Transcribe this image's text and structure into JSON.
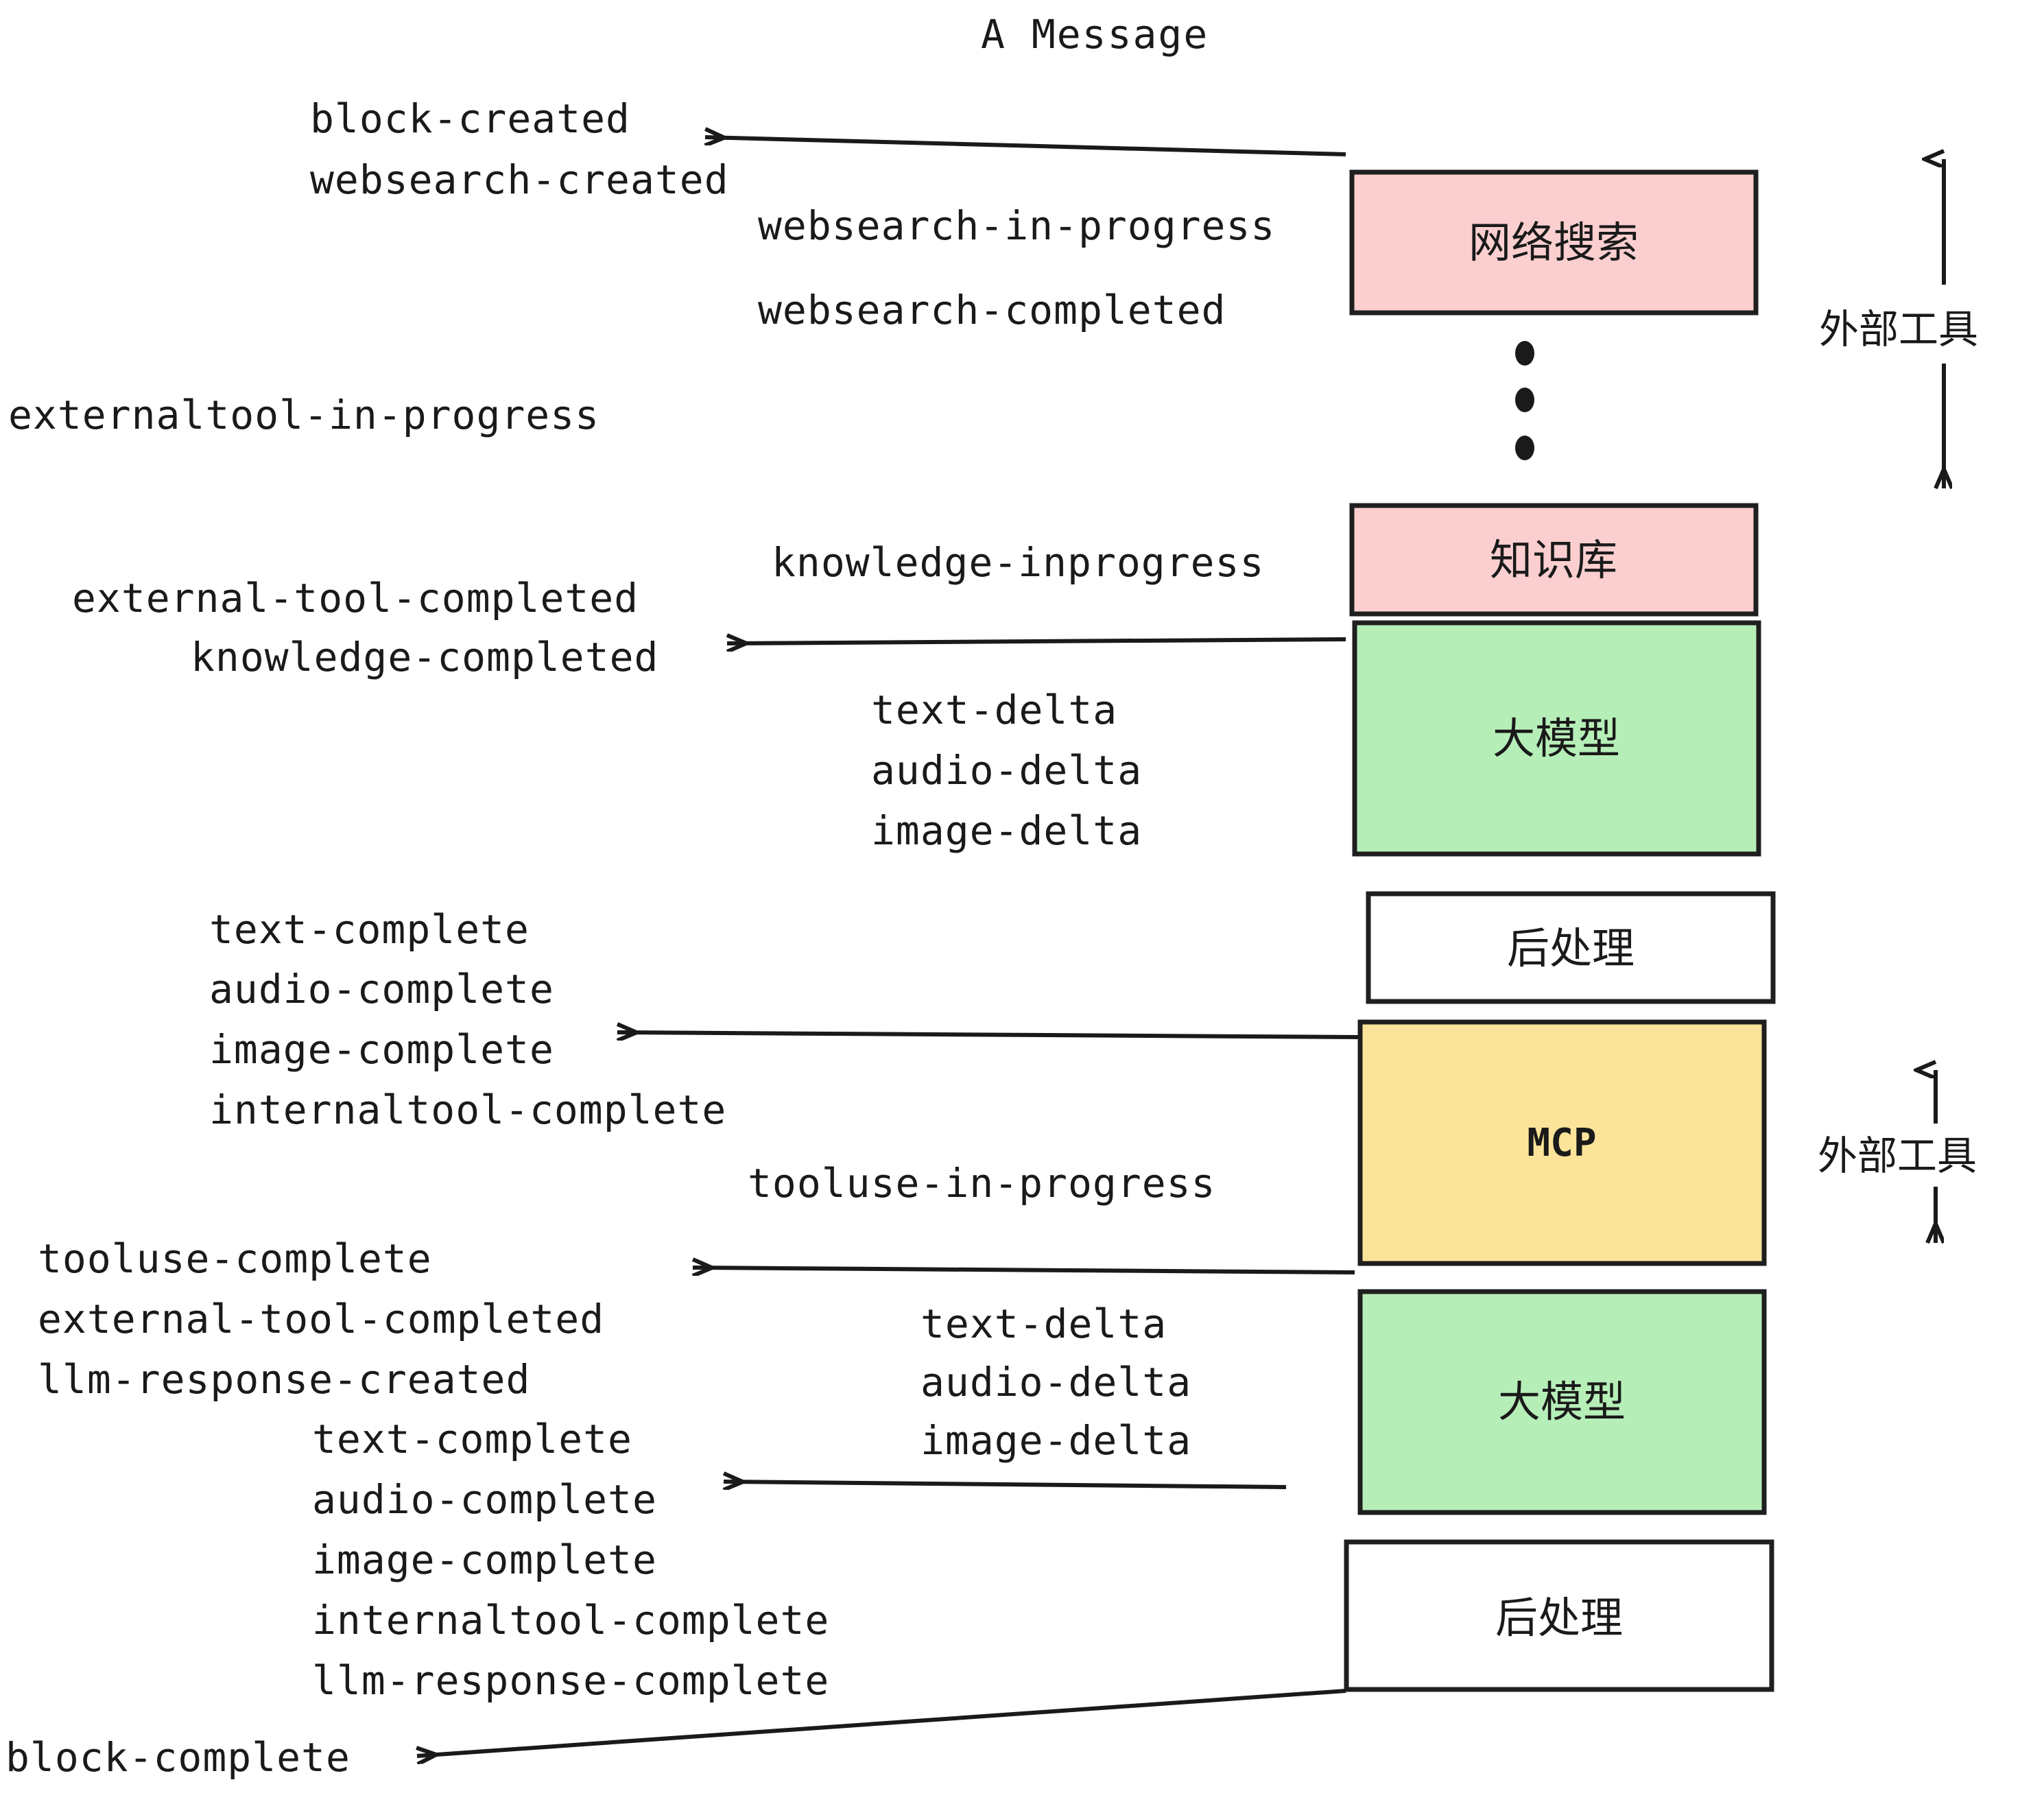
{
  "diagram": {
    "title": "A Message",
    "colors": {
      "pink": "#fbcfcf",
      "green": "#b6eeb8",
      "yellow": "#fbe49a",
      "white": "#ffffff",
      "stroke": "#1f1f1f",
      "text": "#1a1a1a"
    },
    "nodes": [
      {
        "id": "websearch",
        "label": "网络搜索",
        "fill": "pink",
        "kind": "cjk"
      },
      {
        "id": "knowledge",
        "label": "知识库",
        "fill": "pink",
        "kind": "cjk"
      },
      {
        "id": "llm-1",
        "label": "大模型",
        "fill": "green",
        "kind": "cjk"
      },
      {
        "id": "postprocess-1",
        "label": "后处理",
        "fill": "white",
        "kind": "cjk"
      },
      {
        "id": "mcp",
        "label": "MCP",
        "fill": "yellow",
        "kind": "mono"
      },
      {
        "id": "llm-2",
        "label": "大模型",
        "fill": "green",
        "kind": "cjk"
      },
      {
        "id": "postprocess-2",
        "label": "后处理",
        "fill": "white",
        "kind": "cjk"
      }
    ],
    "side_annotations": [
      {
        "id": "external-tools-top",
        "label": "外部工具"
      },
      {
        "id": "external-tools-bottom",
        "label": "外部工具"
      }
    ],
    "events": {
      "block_created": "block-created",
      "websearch_created": "websearch-created",
      "websearch_in_progress": "websearch-in-progress",
      "websearch_completed": "websearch-completed",
      "externaltool_in_progress": "externaltool-in-progress",
      "knowledge_inprogress": "knowledge-inprogress",
      "external_tool_completed_1": "external-tool-completed",
      "knowledge_completed": "knowledge-completed",
      "text_delta_1": "text-delta",
      "audio_delta_1": "audio-delta",
      "image_delta_1": "image-delta",
      "text_complete_1": "text-complete",
      "audio_complete_1": "audio-complete",
      "image_complete_1": "image-complete",
      "internaltool_complete_1": "internaltool-complete",
      "tooluse_in_progress": "tooluse-in-progress",
      "tooluse_complete": "tooluse-complete",
      "external_tool_completed_2": "external-tool-completed",
      "llm_response_created": "llm-response-created",
      "text_delta_2": "text-delta",
      "audio_delta_2": "audio-delta",
      "image_delta_2": "image-delta",
      "text_complete_2": "text-complete",
      "audio_complete_2": "audio-complete",
      "image_complete_2": "image-complete",
      "internaltool_complete_2": "internaltool-complete",
      "llm_response_complete": "llm-response-complete",
      "block_complete": "block-complete"
    }
  }
}
